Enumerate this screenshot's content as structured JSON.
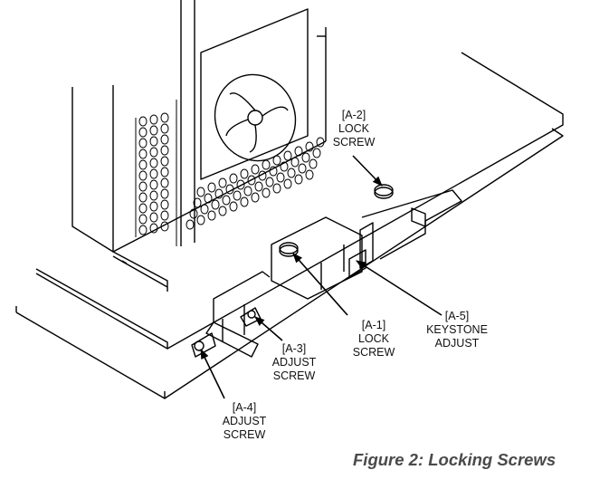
{
  "figure": {
    "caption": "Figure 2: Locking Screws",
    "callouts": [
      {
        "id": "A-2",
        "tag": "[A-2]",
        "lines": [
          "LOCK",
          "SCREW"
        ]
      },
      {
        "id": "A-1",
        "tag": "[A-1]",
        "lines": [
          "LOCK",
          "SCREW"
        ]
      },
      {
        "id": "A-5",
        "tag": "[A-5]",
        "lines": [
          "KEYSTONE",
          "ADJUST"
        ]
      },
      {
        "id": "A-3",
        "tag": "[A-3]",
        "lines": [
          "ADJUST",
          "SCREW"
        ]
      },
      {
        "id": "A-4",
        "tag": "[A-4]",
        "lines": [
          "ADJUST",
          "SCREW"
        ]
      }
    ]
  }
}
